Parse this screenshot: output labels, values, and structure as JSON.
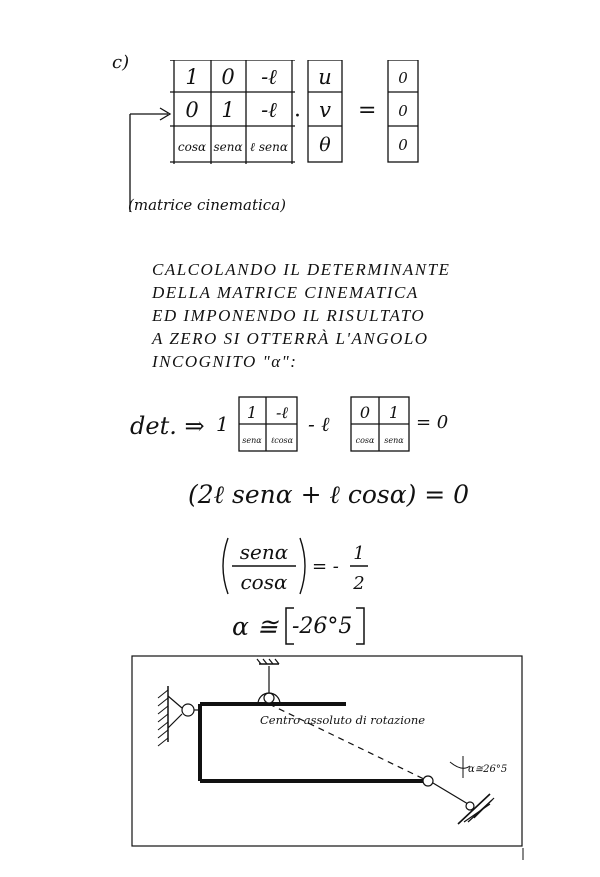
{
  "part_label": "c)",
  "system": {
    "matrix": [
      [
        "1",
        "0",
        "-ℓ"
      ],
      [
        "0",
        "1",
        "-ℓ"
      ],
      [
        "cosα",
        "senα",
        "ℓ senα"
      ]
    ],
    "dot": "·",
    "vector": [
      "u",
      "v",
      "θ"
    ],
    "equals": "=",
    "rhs": [
      "0",
      "0",
      "0"
    ],
    "caption": "(matrice cinematica)"
  },
  "explanation_lines": [
    "CALCOLANDO IL DETERMINANTE",
    "DELLA MATRICE CINEMATICA",
    "ED IMPONENDO IL RISULTATO",
    "A ZERO SI OTTERRÀ L'ANGOLO",
    "INCOGNITO \"α\":"
  ],
  "determinant": {
    "label": "det. ⇒",
    "coef1": "1",
    "minor1": [
      [
        "1",
        "-ℓ"
      ],
      [
        "senα",
        "ℓcosα"
      ]
    ],
    "minus_l": "- ℓ",
    "minor2": [
      [
        "0",
        "1"
      ],
      [
        "cosα",
        "senα"
      ]
    ],
    "equals_zero": "= 0"
  },
  "equation1": "(2ℓ senα + ℓ cosα) = 0",
  "equation2": {
    "numerator": "senα",
    "denominator": "cosα",
    "rhs_sign": "= -",
    "rhs_num": "1",
    "rhs_den": "2"
  },
  "result": {
    "lhs": "α ≅",
    "value": "-26°5"
  },
  "diagram": {
    "center_label": "Centro assoluto di rotazione",
    "angle_label": "α≅26°5"
  }
}
